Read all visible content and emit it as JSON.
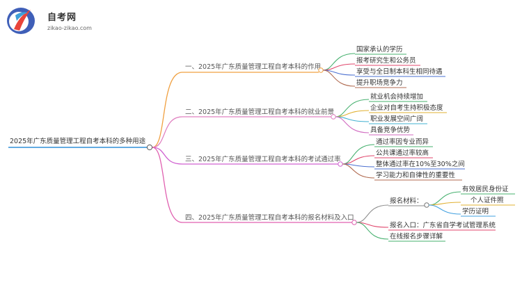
{
  "logo": {
    "title": "自考网",
    "domain": "zikao-zikao.com"
  },
  "root": {
    "label": "2025年广东质量管理工程自考本科的多种用途"
  },
  "branches": [
    {
      "label": "一、2025年广东质量管理工程自考本科的作用",
      "color": "#f0a040",
      "children": [
        {
          "label": "国家承认的学历",
          "color": "#45b06e"
        },
        {
          "label": "报考研究生和公务员",
          "color": "#e0456b"
        },
        {
          "label": "享受与全日制本科生相同待遇",
          "color": "#4a6fd0"
        },
        {
          "label": "提升职场竞争力",
          "color": "#b06a50"
        }
      ]
    },
    {
      "label": "二、2025年广东质量管理工程自考本科的就业前景",
      "color": "#e080c0",
      "children": [
        {
          "label": "就业机会持续增加",
          "color": "#45b06e"
        },
        {
          "label": "企业对自考生持积极态度",
          "color": "#e0b030"
        },
        {
          "label": "职业发展空间广阔",
          "color": "#40b0d0"
        },
        {
          "label": "具备竞争优势",
          "color": "#d06ac0"
        }
      ]
    },
    {
      "label": "三、2025年广东质量管理工程自考本科的考试通过率",
      "color": "#d060d0",
      "children": [
        {
          "label": "通过率因专业而异",
          "color": "#45b06e"
        },
        {
          "label": "公共课通过率较高",
          "color": "#e0456b"
        },
        {
          "label": "整体通过率在10%至30%之间",
          "color": "#4a6fd0"
        },
        {
          "label": "学习能力和自律性的重要性",
          "color": "#b06a50"
        }
      ]
    },
    {
      "label": "四、2025年广东质量管理工程自考本科的报名材料及入口",
      "color": "#e060b0",
      "children": [
        {
          "label": "报名材料：",
          "color": "#8a8a8a",
          "children": [
            {
              "label": "有效居民身份证",
              "color": "#45b06e"
            },
            {
              "label": "个人证件照",
              "color": "#e0b030"
            },
            {
              "label": "学历证明",
              "color": "#40a0e0"
            }
          ]
        },
        {
          "label": "报名入口：广东省自学考试管理系统",
          "color": "#e0456b"
        },
        {
          "label": "在线报名步骤详解",
          "color": "#45b06e"
        }
      ]
    }
  ]
}
